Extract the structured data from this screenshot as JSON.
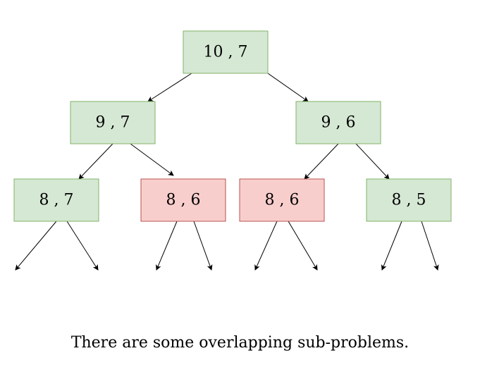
{
  "colors": {
    "unique_fill": "#d5e8d4",
    "unique_stroke": "#82b366",
    "overlap_fill": "#f8cecc",
    "overlap_stroke": "#b85450"
  },
  "nodes": [
    {
      "id": "n-10-7",
      "label": "10 , 7",
      "style": "unique"
    },
    {
      "id": "n-9-7",
      "label": "9 , 7",
      "style": "unique"
    },
    {
      "id": "n-9-6",
      "label": "9 , 6",
      "style": "unique"
    },
    {
      "id": "n-8-7",
      "label": "8 , 7",
      "style": "unique"
    },
    {
      "id": "n-8-6-a",
      "label": "8 , 6",
      "style": "overlap"
    },
    {
      "id": "n-8-6-b",
      "label": "8 , 6",
      "style": "overlap"
    },
    {
      "id": "n-8-5",
      "label": "8 , 5",
      "style": "unique"
    }
  ],
  "edges": [
    {
      "from": "n-10-7",
      "to": "n-9-7"
    },
    {
      "from": "n-10-7",
      "to": "n-9-6"
    },
    {
      "from": "n-9-7",
      "to": "n-8-7"
    },
    {
      "from": "n-9-7",
      "to": "n-8-6-a"
    },
    {
      "from": "n-9-6",
      "to": "n-8-6-b"
    },
    {
      "from": "n-9-6",
      "to": "n-8-5"
    }
  ],
  "caption": "There are some overlapping sub-problems."
}
